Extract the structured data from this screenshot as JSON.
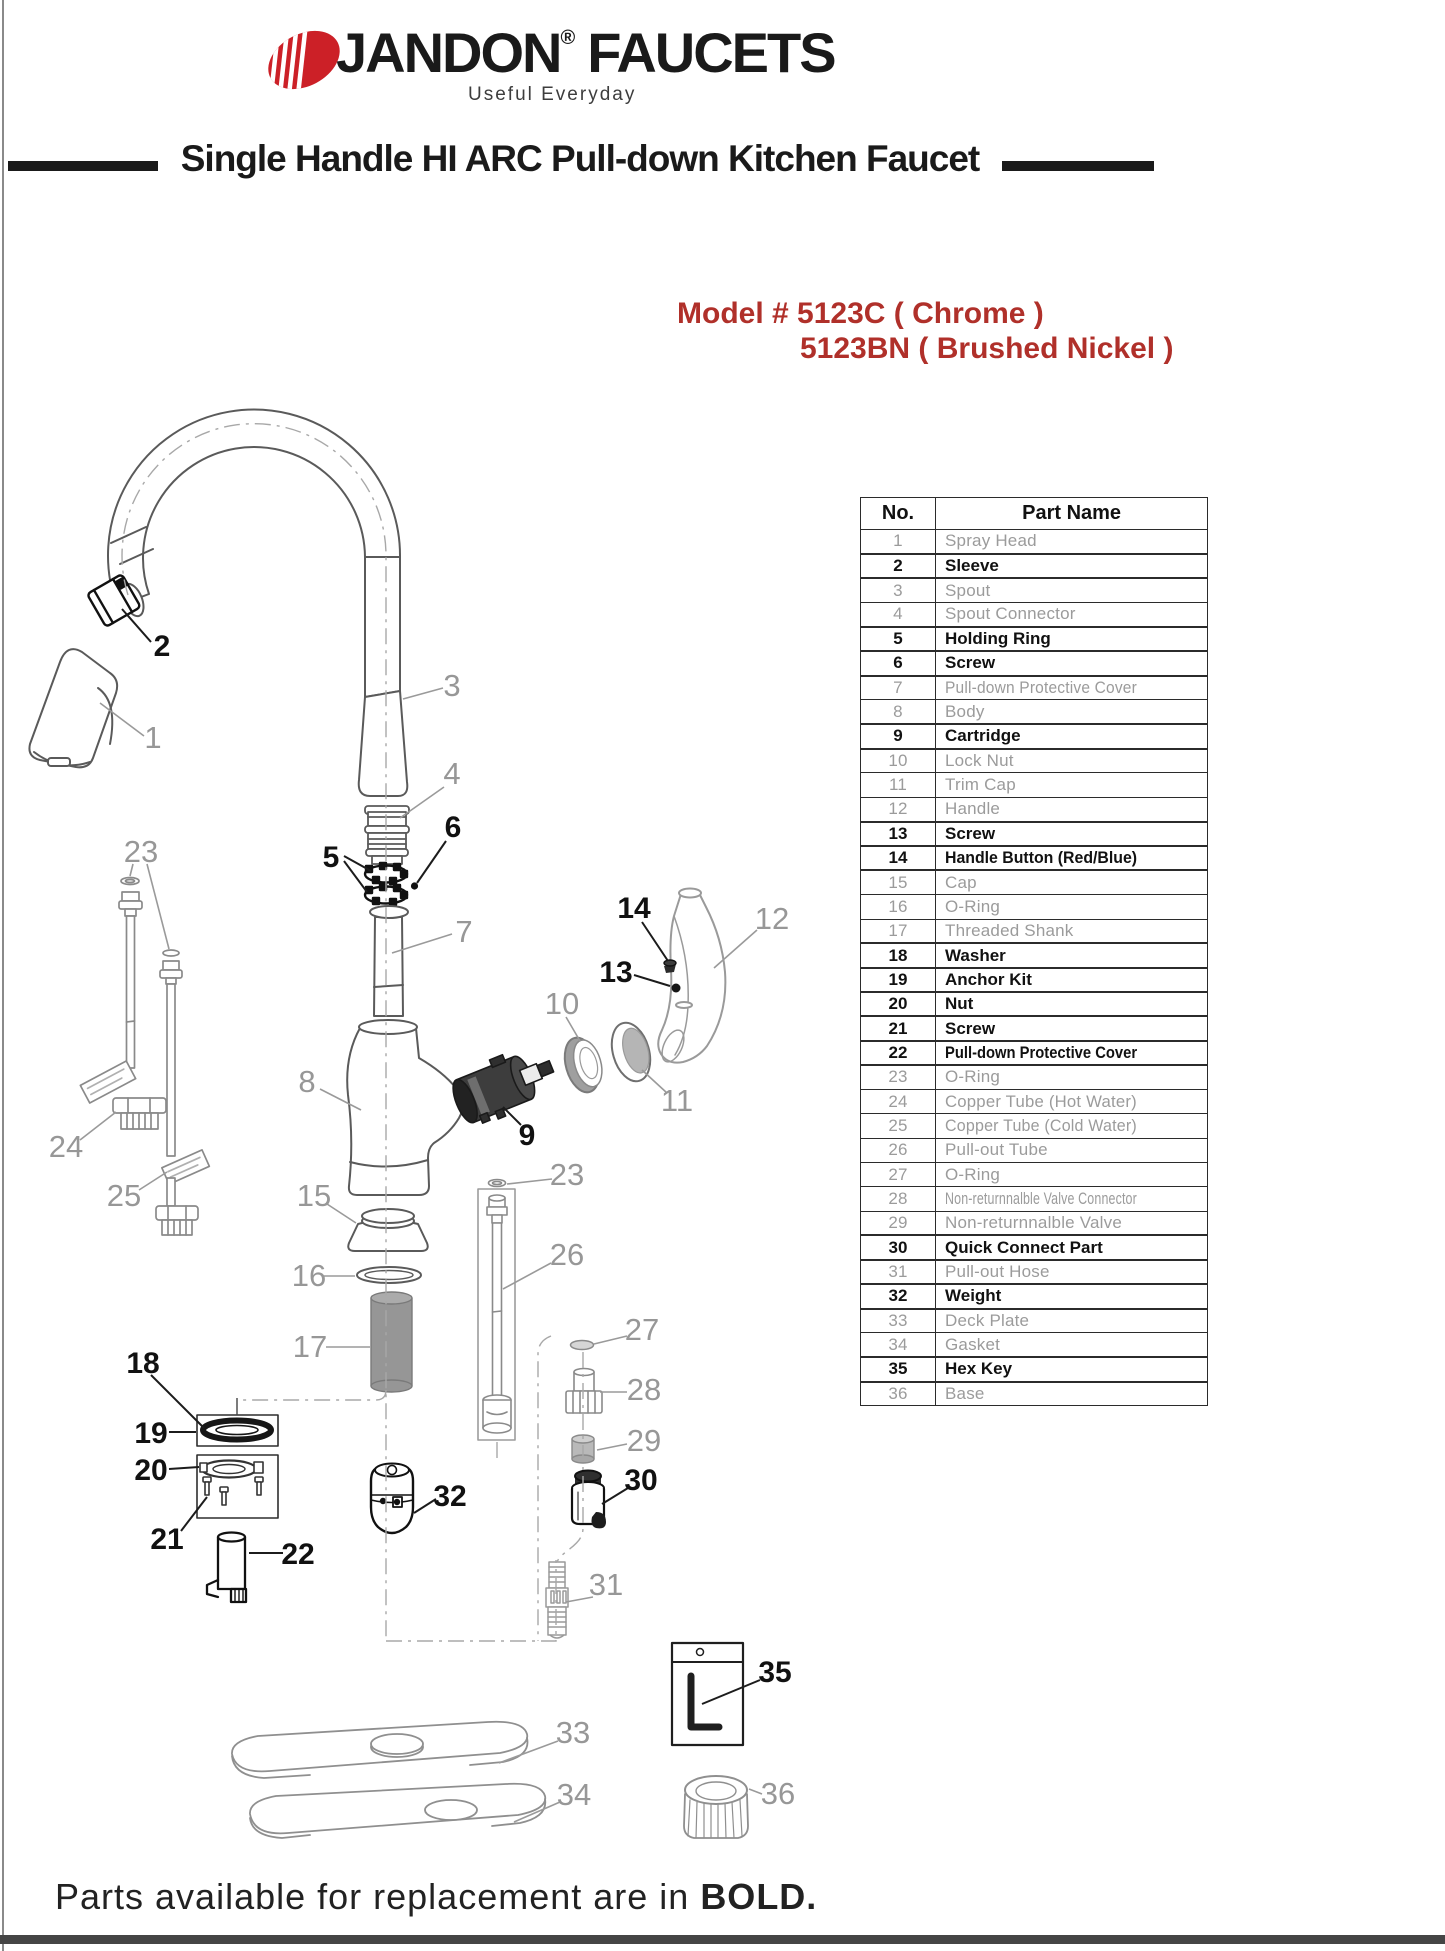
{
  "brand": {
    "wordmark": "JANDON",
    "reg": "®",
    "wordmark2": "FAUCETS",
    "tagline": "Useful Everyday"
  },
  "title": "Single Handle HI ARC Pull-down Kitchen Faucet",
  "model": {
    "line1": "Model # 5123C ( Chrome )",
    "line2": "5123BN ( Brushed Nickel )"
  },
  "colors": {
    "logo_red": "#CC2027",
    "model_red": "#B0302A",
    "table_gray_text": "#9B9B9B",
    "ink": "#1A1A1A"
  },
  "table": {
    "headers": {
      "no": "No.",
      "name": "Part Name"
    },
    "rows": [
      {
        "no": "1",
        "name": "Spray Head",
        "bold": false
      },
      {
        "no": "2",
        "name": "Sleeve",
        "bold": true
      },
      {
        "no": "3",
        "name": "Spout",
        "bold": false
      },
      {
        "no": "4",
        "name": "Spout Connector",
        "bold": false
      },
      {
        "no": "5",
        "name": "Holding Ring",
        "bold": true
      },
      {
        "no": "6",
        "name": "Screw",
        "bold": true
      },
      {
        "no": "7",
        "name": "Pull-down Protective Cover",
        "bold": false
      },
      {
        "no": "8",
        "name": "Body",
        "bold": false
      },
      {
        "no": "9",
        "name": "Cartridge",
        "bold": true
      },
      {
        "no": "10",
        "name": "Lock Nut",
        "bold": false
      },
      {
        "no": "11",
        "name": "Trim Cap",
        "bold": false
      },
      {
        "no": "12",
        "name": "Handle",
        "bold": false
      },
      {
        "no": "13",
        "name": "Screw",
        "bold": true
      },
      {
        "no": "14",
        "name": "Handle Button (Red/Blue)",
        "bold": true
      },
      {
        "no": "15",
        "name": "Cap",
        "bold": false
      },
      {
        "no": "16",
        "name": "O-Ring",
        "bold": false
      },
      {
        "no": "17",
        "name": "Threaded Shank",
        "bold": false
      },
      {
        "no": "18",
        "name": "Washer",
        "bold": true
      },
      {
        "no": "19",
        "name": "Anchor Kit",
        "bold": true
      },
      {
        "no": "20",
        "name": "Nut",
        "bold": true
      },
      {
        "no": "21",
        "name": "Screw",
        "bold": true
      },
      {
        "no": "22",
        "name": "Pull-down Protective Cover",
        "bold": true
      },
      {
        "no": "23",
        "name": "O-Ring",
        "bold": false
      },
      {
        "no": "24",
        "name": "Copper Tube (Hot Water)",
        "bold": false
      },
      {
        "no": "25",
        "name": "Copper Tube (Cold Water)",
        "bold": false
      },
      {
        "no": "26",
        "name": "Pull-out Tube",
        "bold": false
      },
      {
        "no": "27",
        "name": "O-Ring",
        "bold": false
      },
      {
        "no": "28",
        "name": "Non-returnnalble Valve Connector",
        "bold": false
      },
      {
        "no": "29",
        "name": "Non-returnnalble Valve",
        "bold": false
      },
      {
        "no": "30",
        "name": "Quick Connect Part",
        "bold": true
      },
      {
        "no": "31",
        "name": "Pull-out Hose",
        "bold": false
      },
      {
        "no": "32",
        "name": "Weight",
        "bold": true
      },
      {
        "no": "33",
        "name": "Deck Plate",
        "bold": false
      },
      {
        "no": "34",
        "name": "Gasket",
        "bold": false
      },
      {
        "no": "35",
        "name": "Hex Key",
        "bold": true
      },
      {
        "no": "36",
        "name": "Base",
        "bold": false
      }
    ]
  },
  "diagram": {
    "labels": {
      "n1": "1",
      "n2": "2",
      "n3": "3",
      "n4": "4",
      "n5": "5",
      "n6": "6",
      "n7": "7",
      "n8": "8",
      "n9": "9",
      "n10": "10",
      "n11": "11",
      "n12": "12",
      "n13": "13",
      "n14": "14",
      "n15": "15",
      "n16": "16",
      "n17": "17",
      "n18": "18",
      "n19": "19",
      "n20": "20",
      "n21": "21",
      "n22": "22",
      "n23": "23",
      "n23b": "23",
      "n24": "24",
      "n25": "25",
      "n26": "26",
      "n27": "27",
      "n28": "28",
      "n29": "29",
      "n30": "30",
      "n31": "31",
      "n32": "32",
      "n33": "33",
      "n34": "34",
      "n35": "35",
      "n36": "36"
    }
  },
  "footer": {
    "text": "Parts available for replacement are in ",
    "bold_word": "BOLD."
  }
}
